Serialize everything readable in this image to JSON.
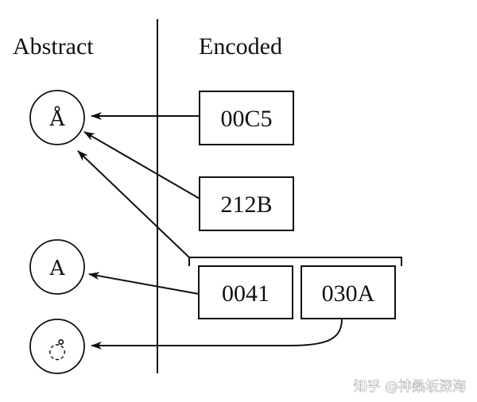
{
  "headings": {
    "abstract": "Abstract",
    "encoded": "Encoded"
  },
  "abstract_chars": [
    {
      "name": "a-ring",
      "glyph": "Å"
    },
    {
      "name": "a-plain",
      "glyph": "A"
    },
    {
      "name": "ring-combining",
      "glyph": "◌̊"
    }
  ],
  "encoded_codes": {
    "a_ring_precomposed": "00C5",
    "angstrom_sign": "212B",
    "latin_a": "0041",
    "combining_ring": "030A"
  },
  "watermark": "知乎 @神桑坂深海"
}
